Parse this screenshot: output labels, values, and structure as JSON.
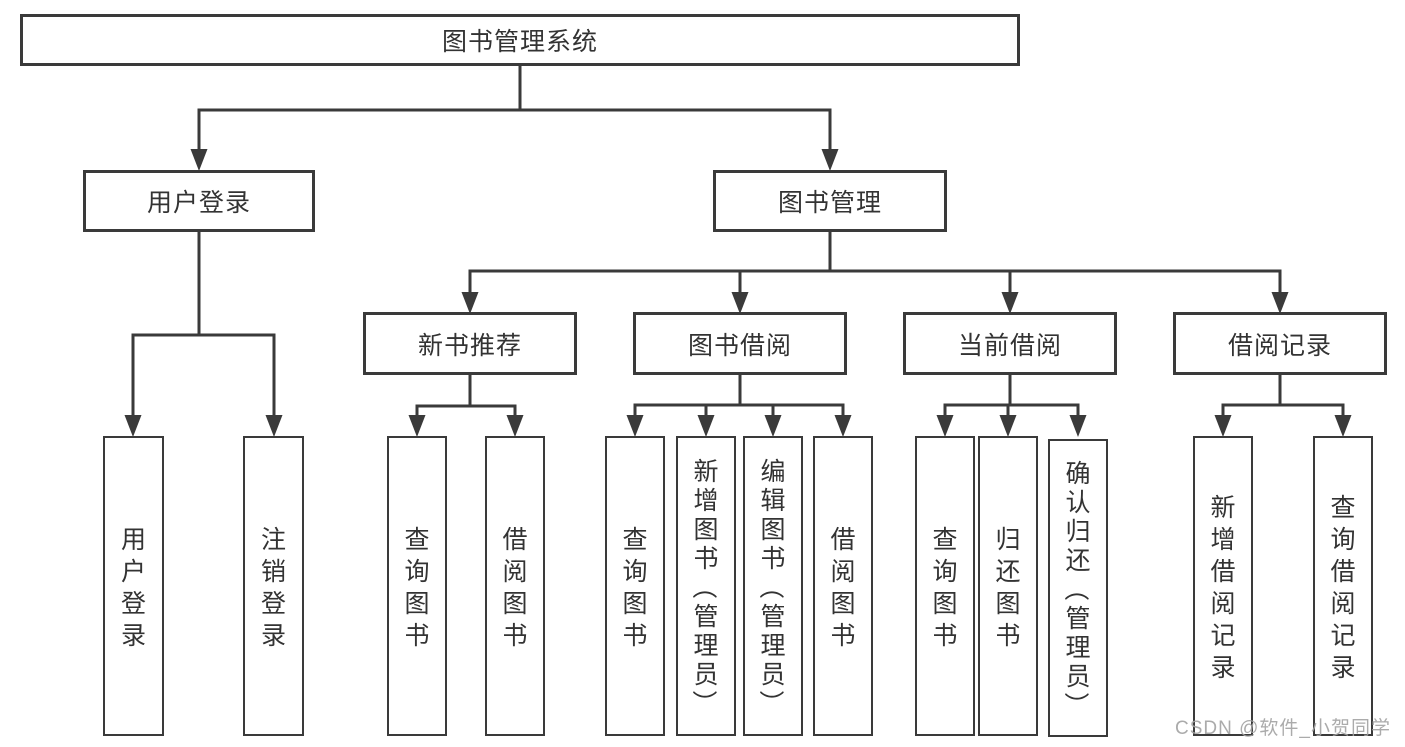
{
  "diagram": {
    "root": {
      "label": "图书管理系统",
      "children": [
        {
          "label": "用户登录",
          "children": [
            {
              "label": "用户登录"
            },
            {
              "label": "注销登录"
            }
          ]
        },
        {
          "label": "图书管理",
          "children": [
            {
              "label": "新书推荐",
              "children": [
                {
                  "label": "查询图书"
                },
                {
                  "label": "借阅图书"
                }
              ]
            },
            {
              "label": "图书借阅",
              "children": [
                {
                  "label": "查询图书"
                },
                {
                  "label": "新增图书（管理员）"
                },
                {
                  "label": "编辑图书（管理员）"
                },
                {
                  "label": "借阅图书"
                }
              ]
            },
            {
              "label": "当前借阅",
              "children": [
                {
                  "label": "查询图书"
                },
                {
                  "label": "归还图书"
                },
                {
                  "label": "确认归还（管理员）"
                }
              ]
            },
            {
              "label": "借阅记录",
              "children": [
                {
                  "label": "新增借阅记录"
                },
                {
                  "label": "查询借阅记录"
                }
              ]
            }
          ]
        }
      ]
    }
  },
  "watermark": {
    "text": "CSDN @软件_小贺同学"
  },
  "colors": {
    "line": "#3a3a3a",
    "box_border": "#3a3a3a",
    "text": "#333333",
    "background": "#ffffff",
    "watermark": "#a3a3a3"
  }
}
